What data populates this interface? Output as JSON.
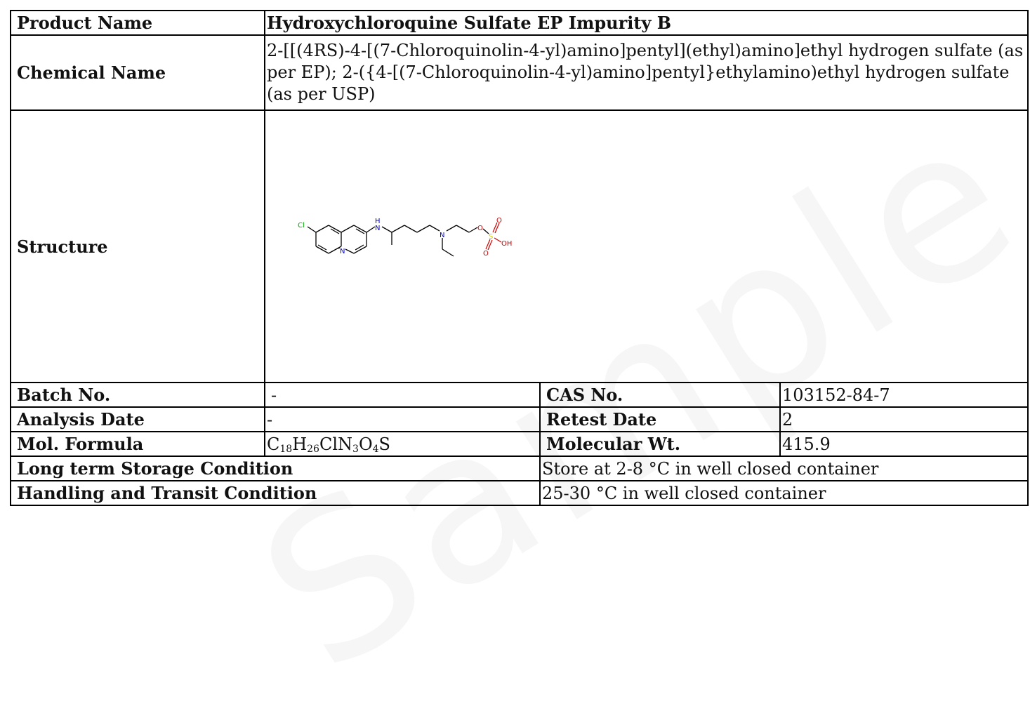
{
  "product": {
    "label": "Product Name",
    "value": "Hydroxychloroquine Sulfate EP Impurity B"
  },
  "chemical": {
    "label": "Chemical Name",
    "value": "2-[[(4RS)-4-[(7-Chloroquinolin-4-yl)amino]pentyl](ethyl)amino]ethyl hydrogen sulfate (as per EP); 2-({4-[(7-Chloroquinolin-4-yl)amino]pentyl}ethylamino)ethyl hydrogen sulfate (as per USP)"
  },
  "structure": {
    "label": "Structure",
    "atoms": {
      "cl": "Cl",
      "nh": "H",
      "n_amine": "N",
      "n_ring": "N",
      "n_chain": "N",
      "o1": "O",
      "s": "S",
      "o2": "O",
      "o3": "O",
      "oh": "OH"
    }
  },
  "batch": {
    "label": "Batch No.",
    "value": "-"
  },
  "cas": {
    "label": "CAS No.",
    "value": "103152-84-7"
  },
  "analysis": {
    "label": "Analysis Date",
    "value": "-"
  },
  "retest": {
    "label": "Retest Date",
    "value": "2"
  },
  "formula": {
    "label": "Mol. Formula",
    "parts": [
      "C",
      "18",
      "H",
      "26",
      "ClN",
      "3",
      "O",
      "4",
      "S"
    ]
  },
  "mw": {
    "label": "Molecular Wt.",
    "value": "415.9"
  },
  "storage": {
    "label": "Long term Storage Condition",
    "value": "Store at 2-8 °C in well closed container"
  },
  "handling": {
    "label": "Handling and Transit Condition",
    "value": "25-30 °C in well closed container"
  },
  "watermark": {
    "text": "Sample COA",
    "color": "#000000"
  }
}
